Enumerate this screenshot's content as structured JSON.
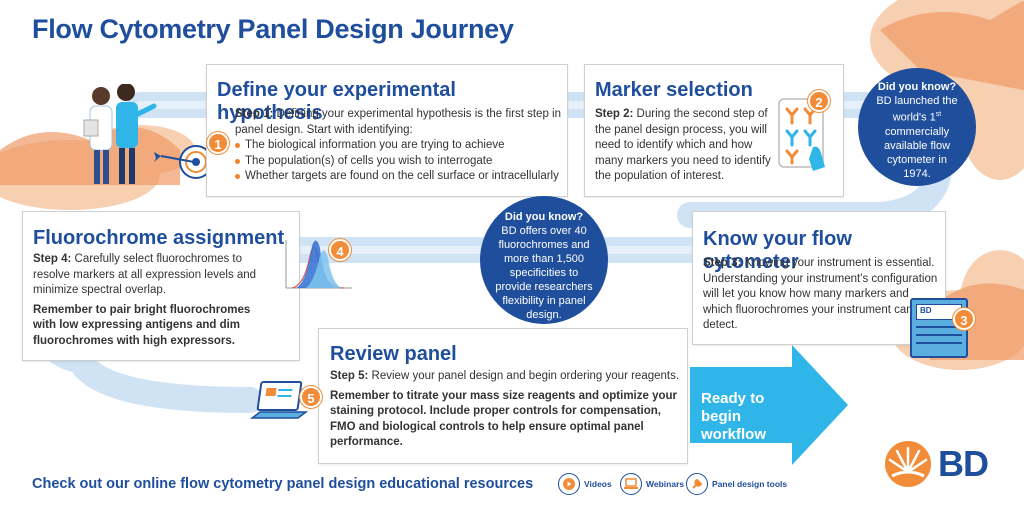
{
  "title": "Flow Cytometry Panel Design Journey",
  "steps": [
    {
      "number": "1",
      "heading": "Define your experimental hypothesis",
      "lead": "Step 1:",
      "text": " Defining your experimental hypothesis is the first step in panel design. Start with identifying:",
      "bullets": [
        "The biological information you are trying to achieve",
        "The population(s) of cells you wish to interrogate",
        "Whether targets are found on the cell surface or intracellularly"
      ]
    },
    {
      "number": "2",
      "heading": "Marker selection",
      "lead": "Step 2:",
      "text": "  During the second step of the panel design process, you will need to identify which and how many markers you need to identify the population of interest."
    },
    {
      "number": "3",
      "heading": "Know your flow cytometer",
      "lead": "Step 3:",
      "text": " Knowing your instrument is essential. Understanding your instrument's configuration will let you know how many markers and which fluorochromes your instrument can detect."
    },
    {
      "number": "4",
      "heading": "Fluorochrome assignment",
      "lead": "Step 4:",
      "text": " Carefully select fluorochromes to resolve markers at all expression levels and minimize spectral overlap.",
      "bold_text": "Remember to pair bright fluorochromes with low expressing antigens and dim fluorochromes with high expressors."
    },
    {
      "number": "5",
      "heading": "Review panel",
      "lead": "Step 5:",
      "text": " Review your panel design and begin ordering your reagents.",
      "bold_text": "Remember to titrate your mass size reagents and optimize your staining protocol. Include proper controls for compensation, FMO and biological controls to help ensure optimal panel performance."
    }
  ],
  "did_you_know": [
    {
      "heading": "Did you know?",
      "text_a": "BD launched the world's 1",
      "sup": "st",
      "text_b": " commercially available flow cytometer in 1974."
    },
    {
      "heading": "Did you know?",
      "text": "BD offers over 40 fluorochromes and more than 1,500 specificities to provide researchers flexibility in panel design."
    }
  ],
  "ready_label": "Ready to begin workflow",
  "footer_text": "Check out our online flow cytometry panel design educational resources",
  "resources": [
    "Videos",
    "Webinars",
    "Panel design tools"
  ],
  "brand": {
    "name": "BD",
    "primary": "#1f4e9c",
    "accent": "#f28c38",
    "light_blue": "#cfe3f5",
    "arrow_blue": "#2fb5e8"
  },
  "instrument_label": "BD"
}
